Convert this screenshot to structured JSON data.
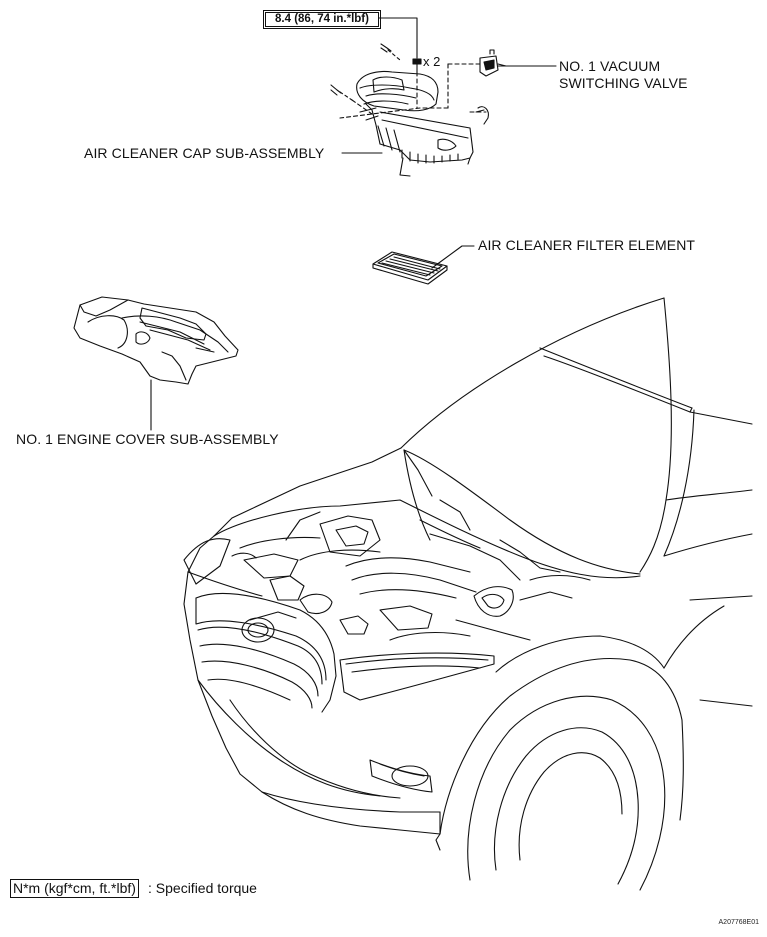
{
  "torque_spec": "8.4 (86, 74 in.*lbf)",
  "bolt_quantity": "x 2",
  "labels": {
    "vacuum_valve_line1": "NO. 1 VACUUM",
    "vacuum_valve_line2": "SWITCHING VALVE",
    "air_cleaner_cap": "AIR CLEANER CAP SUB-ASSEMBLY",
    "air_cleaner_filter": "AIR CLEANER FILTER ELEMENT",
    "engine_cover": "NO. 1 ENGINE COVER SUB-ASSEMBLY"
  },
  "legend": {
    "unit_box": "N*m (kgf*cm, ft.*lbf)",
    "text": ": Specified torque"
  },
  "figure_code": "A207768E01"
}
